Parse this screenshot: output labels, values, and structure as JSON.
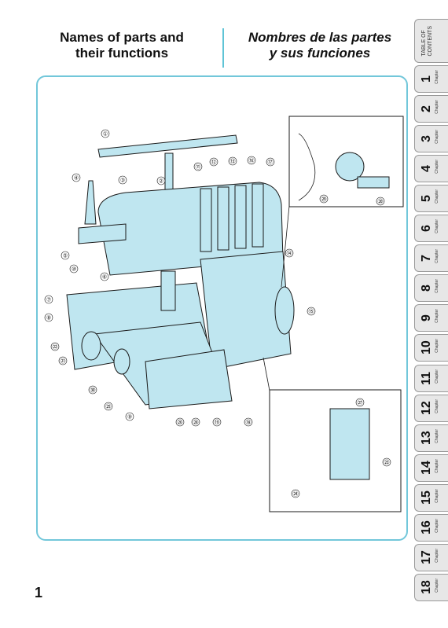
{
  "title_en": "Names of parts and their functions",
  "title_en_line1": "Names of parts and",
  "title_en_line2": "their functions",
  "title_es_line1": "Nombres de las partes",
  "title_es_line2": "y sus funciones",
  "page_number": "1",
  "toc_tab": "TABLE OF CONTENTS",
  "toc_line1": "TABLE OF",
  "toc_line2": "CONTENTS",
  "chapter_word": "Chapter",
  "chapters": [
    "1",
    "2",
    "3",
    "4",
    "5",
    "6",
    "7",
    "8",
    "9",
    "10",
    "11",
    "12",
    "13",
    "14",
    "15",
    "16",
    "17",
    "18"
  ],
  "callouts": [
    "①",
    "②",
    "③",
    "④",
    "⑤",
    "⑥",
    "⑦",
    "⑧",
    "⑨",
    "⑩",
    "⑪",
    "⑫",
    "⑬",
    "⑯",
    "⑰",
    "⑭",
    "⑮",
    "⑱",
    "⑲",
    "⑳",
    "㉑",
    "㉒",
    "㉓",
    "㉔",
    "㉕",
    "㉖",
    "㉗",
    "㉘",
    "㉙",
    "㉚"
  ],
  "colors": {
    "accent": "#72c7da",
    "machine_fill": "#bfe6f0",
    "line": "#1a1a1a"
  }
}
